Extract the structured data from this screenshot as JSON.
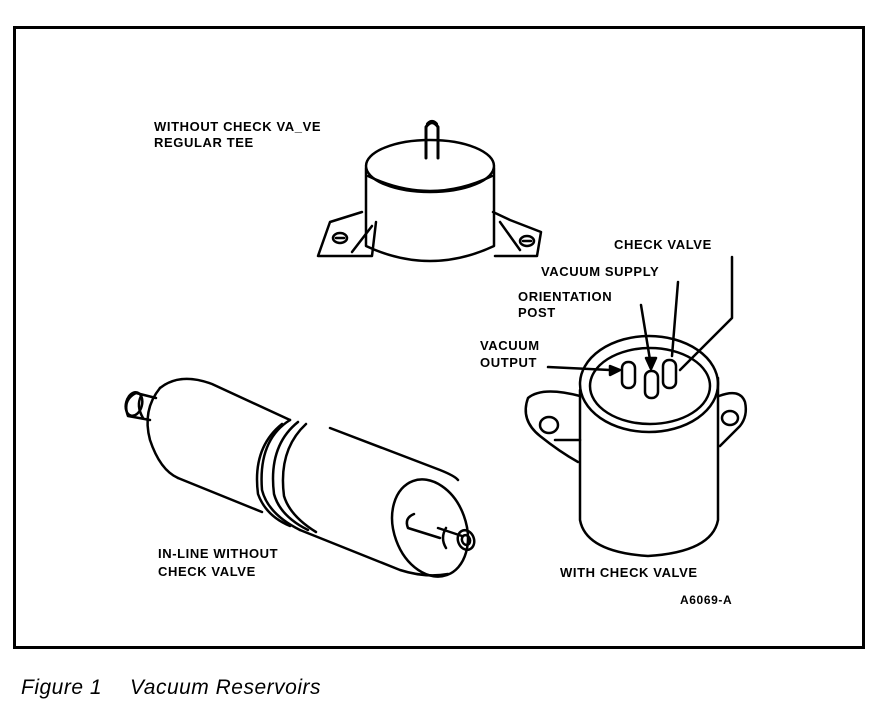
{
  "figure": {
    "number_label": "Figure 1",
    "title": "Vacuum Reservoirs",
    "code": "A6069-A"
  },
  "labels": {
    "tee_line1": "WITHOUT CHECK VA_VE",
    "tee_line2": "REGULAR TEE",
    "inline_line1": "IN-LINE WITHOUT",
    "inline_line2": "CHECK VALVE",
    "check_valve": "CHECK VALVE",
    "vacuum_supply": "VACUUM SUPPLY",
    "orientation_line1": "ORIENTATION",
    "orientation_line2": "POST",
    "vacuum_output_line1": "VACUUM",
    "vacuum_output_line2": "OUTPUT",
    "with_check_valve": "WITH CHECK VALVE"
  },
  "colors": {
    "ink": "#000000",
    "paper": "#ffffff"
  }
}
